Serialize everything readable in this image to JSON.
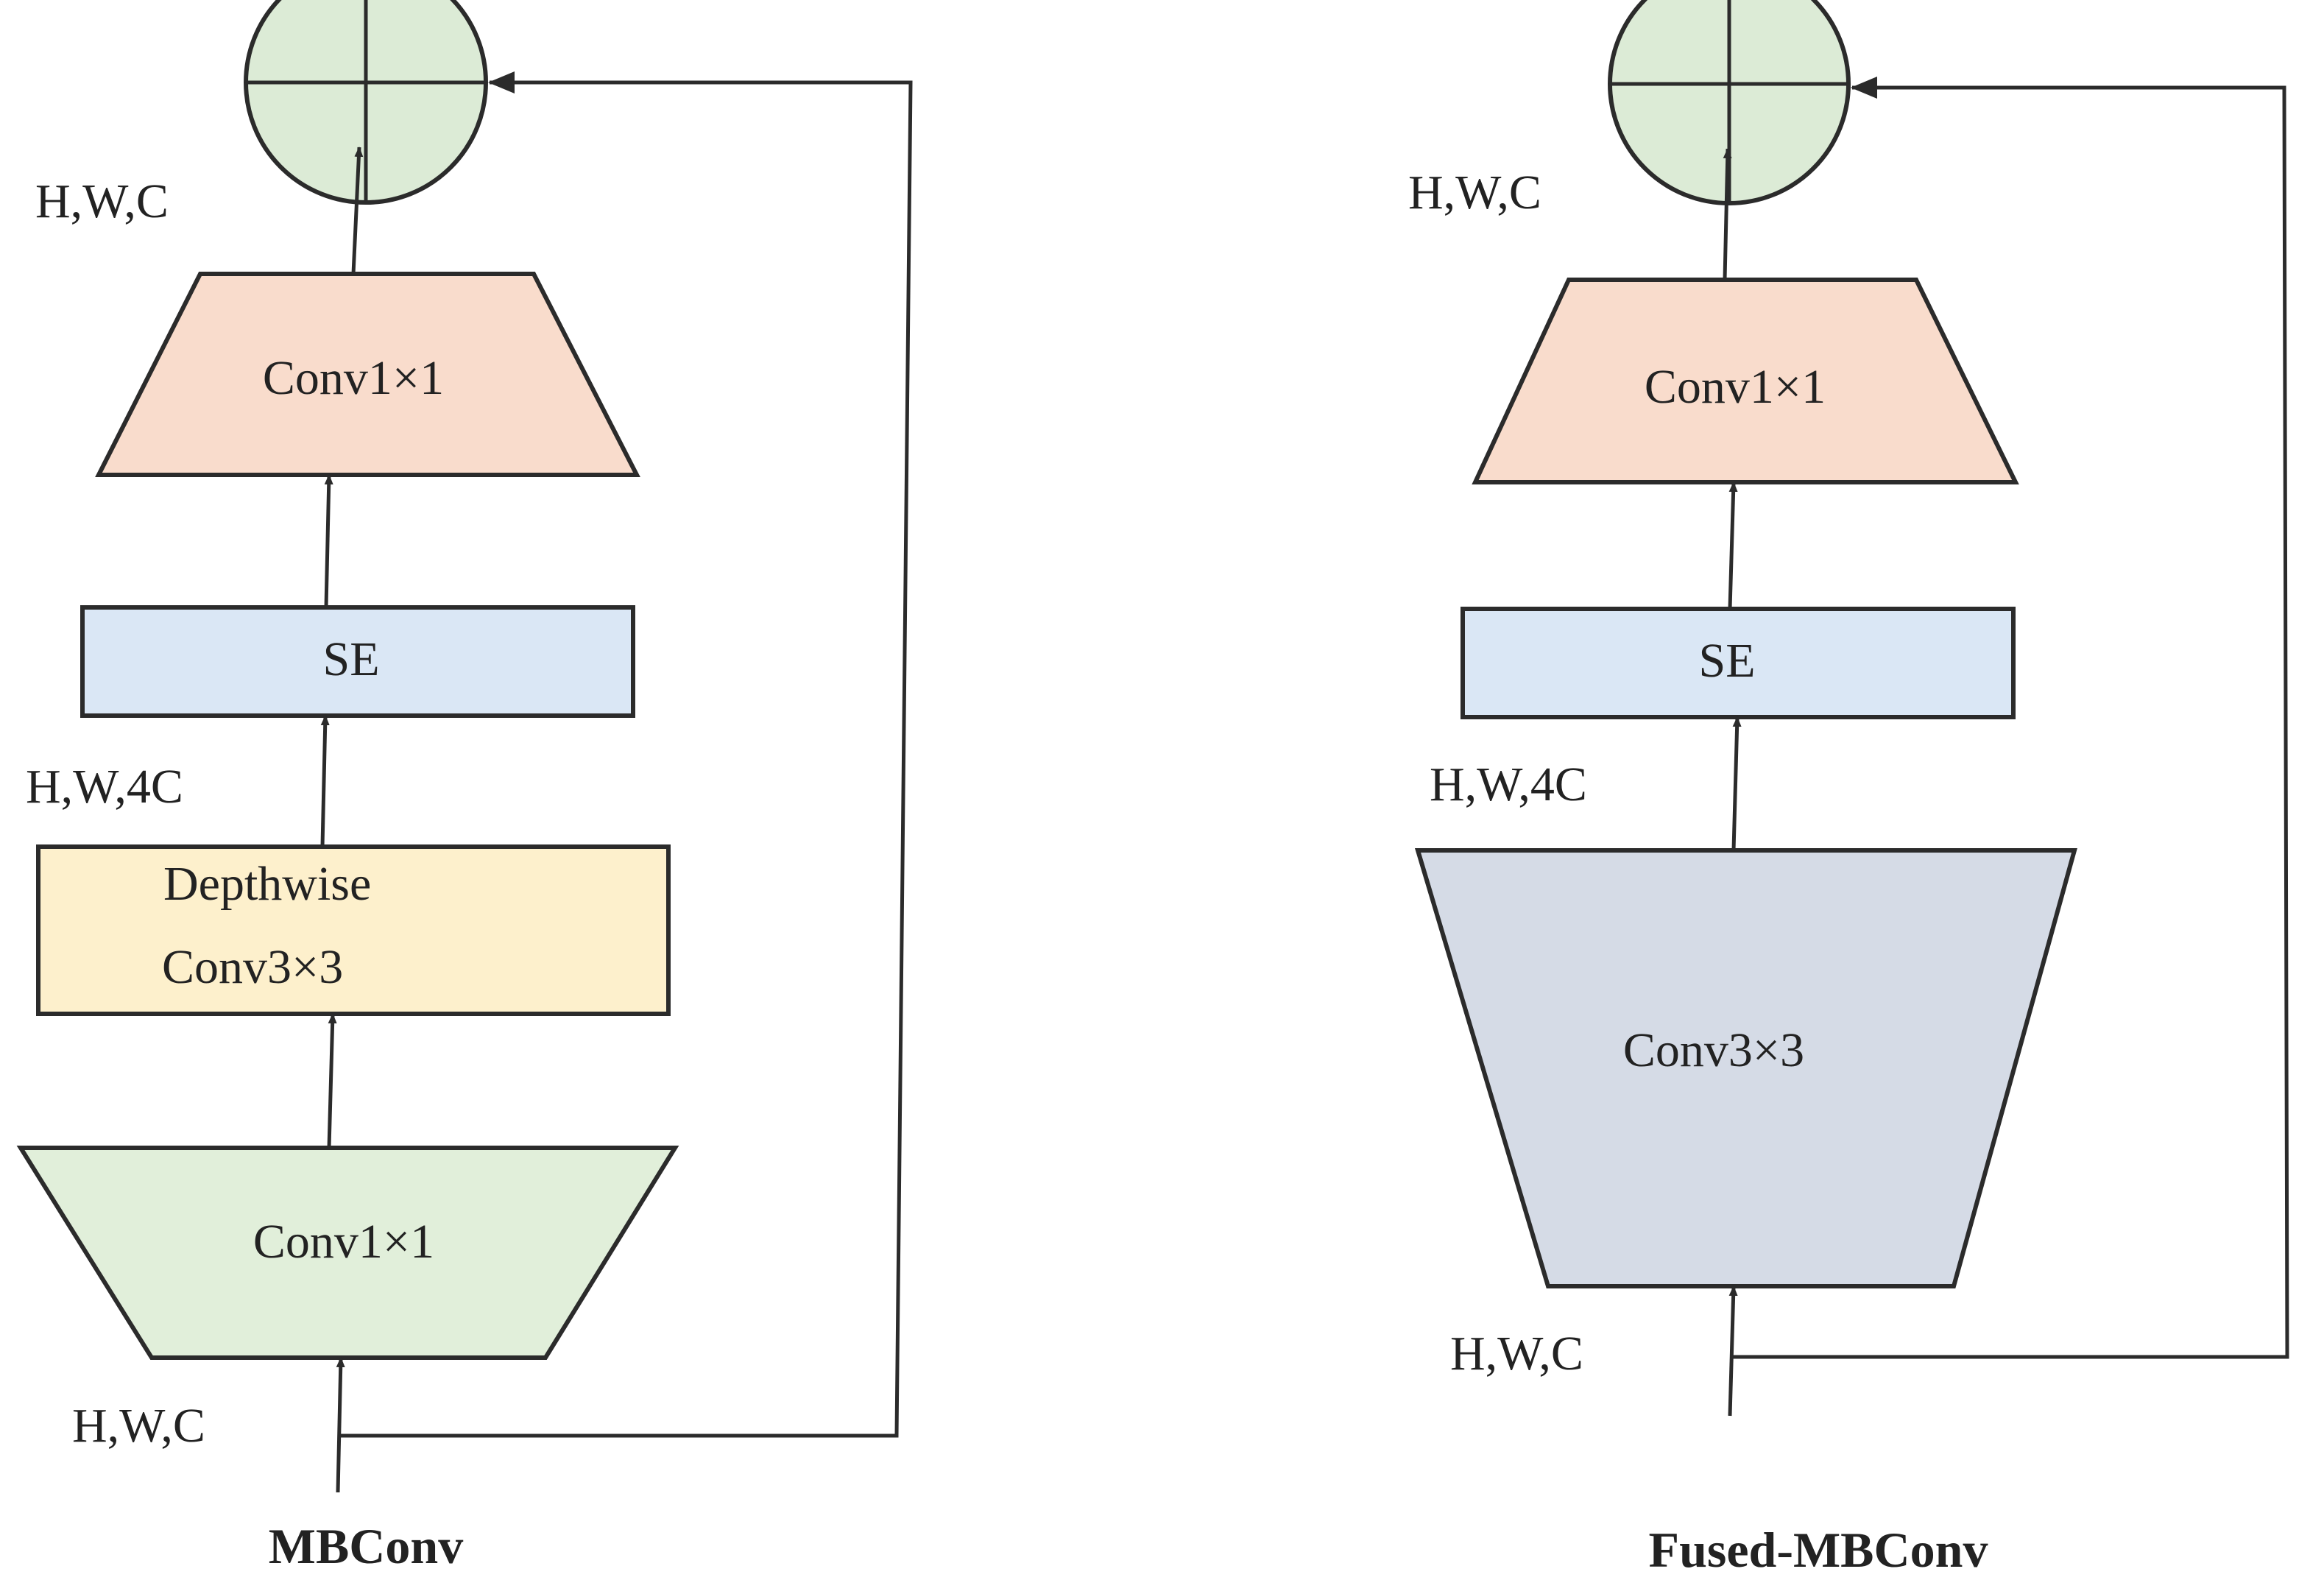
{
  "colors": {
    "conv1x1_top": "#f9dccc",
    "se": "#dae7f5",
    "depthwise": "#fdf0cc",
    "conv1x1_bottom": "#e1efda",
    "conv3x3": "#d5dbe6",
    "add": "#dcebd6",
    "line": "#2b2b2b"
  },
  "icons": {
    "add": "circle-plus"
  },
  "mbconv": {
    "title": "MBConv",
    "top_dim": "H,W,C",
    "conv1x1_top": "Conv1×1",
    "se": "SE",
    "mid_dim": "H,W,4C",
    "depthwise_line1": "Depthwise",
    "depthwise_line2": "Conv3×3",
    "conv1x1_bottom": "Conv1×1",
    "input_dim": "H,W,C"
  },
  "fused": {
    "title": "Fused-MBConv",
    "top_dim": "H,W,C",
    "conv1x1_top": "Conv1×1",
    "se": "SE",
    "mid_dim": "H,W,4C",
    "conv3x3": "Conv3×3",
    "input_dim": "H,W,C"
  }
}
